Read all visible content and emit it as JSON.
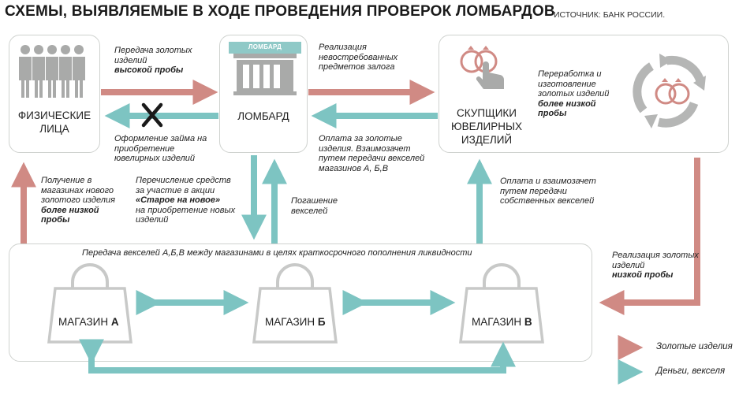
{
  "header": {
    "title": "СХЕМЫ, ВЫЯВЛЯЕМЫЕ В ХОДЕ ПРОВЕДЕНИЯ ПРОВЕРОК ЛОМБАРДОВ",
    "source": "ИСТОЧНИК: БАНК РОССИИ."
  },
  "nodes": {
    "individuals": "ФИЗИЧЕСКИЕ ЛИЦА",
    "pawnshop": "ЛОМБАРД",
    "pawnshop_sign": "ЛОМБАРД",
    "buyers": "СКУПЩИКИ ЮВЕЛИРНЫХ ИЗДЕЛИЙ"
  },
  "annotations": {
    "gold_transfer_1": "Передача золотых изделий",
    "gold_transfer_2": "высокой пробы",
    "loan": "Оформление займа на приобретение ювелирных изделий",
    "sale_1": "Реализация невостребованных предметов залога",
    "payment_1": "Оплата за золотые изделия. Взаимозачет путем передачи векселей магазинов А, Б,В",
    "processing_1": "Переработка и изготовление золотых изделий",
    "processing_2": "более низкой пробы",
    "receive_1": "Получение в магазинах нового золотого изделия",
    "receive_2": "более низкой пробы",
    "transfer_1": "Перечисление средств за участие в акции",
    "transfer_2": "«Старое на новое»",
    "transfer_3": "на приобретение новых изделий",
    "repay": "Погашение векселей",
    "offset": "Оплата и взаимозачет путем передачи собственных векселей",
    "bills_between_stores": "Передача векселей А,Б,В между магазинами в целях краткосрочного пополнения ликвидности",
    "sale_low_1": "Реализация золотых изделий",
    "sale_low_2": "низкой пробы"
  },
  "stores": [
    {
      "prefix": "МАГАЗИН",
      "letter": "А"
    },
    {
      "prefix": "МАГАЗИН",
      "letter": "Б"
    },
    {
      "prefix": "МАГАЗИН",
      "letter": "В"
    }
  ],
  "legend": {
    "gold": "Золотые изделия",
    "money": "Деньги, векселя"
  },
  "colors": {
    "gold_arrow": "#d08a84",
    "money_arrow": "#7dc4c2",
    "box_border": "#cfd2cf",
    "icon_gray": "#a9aaa9",
    "ring_color": "#d08a84"
  }
}
